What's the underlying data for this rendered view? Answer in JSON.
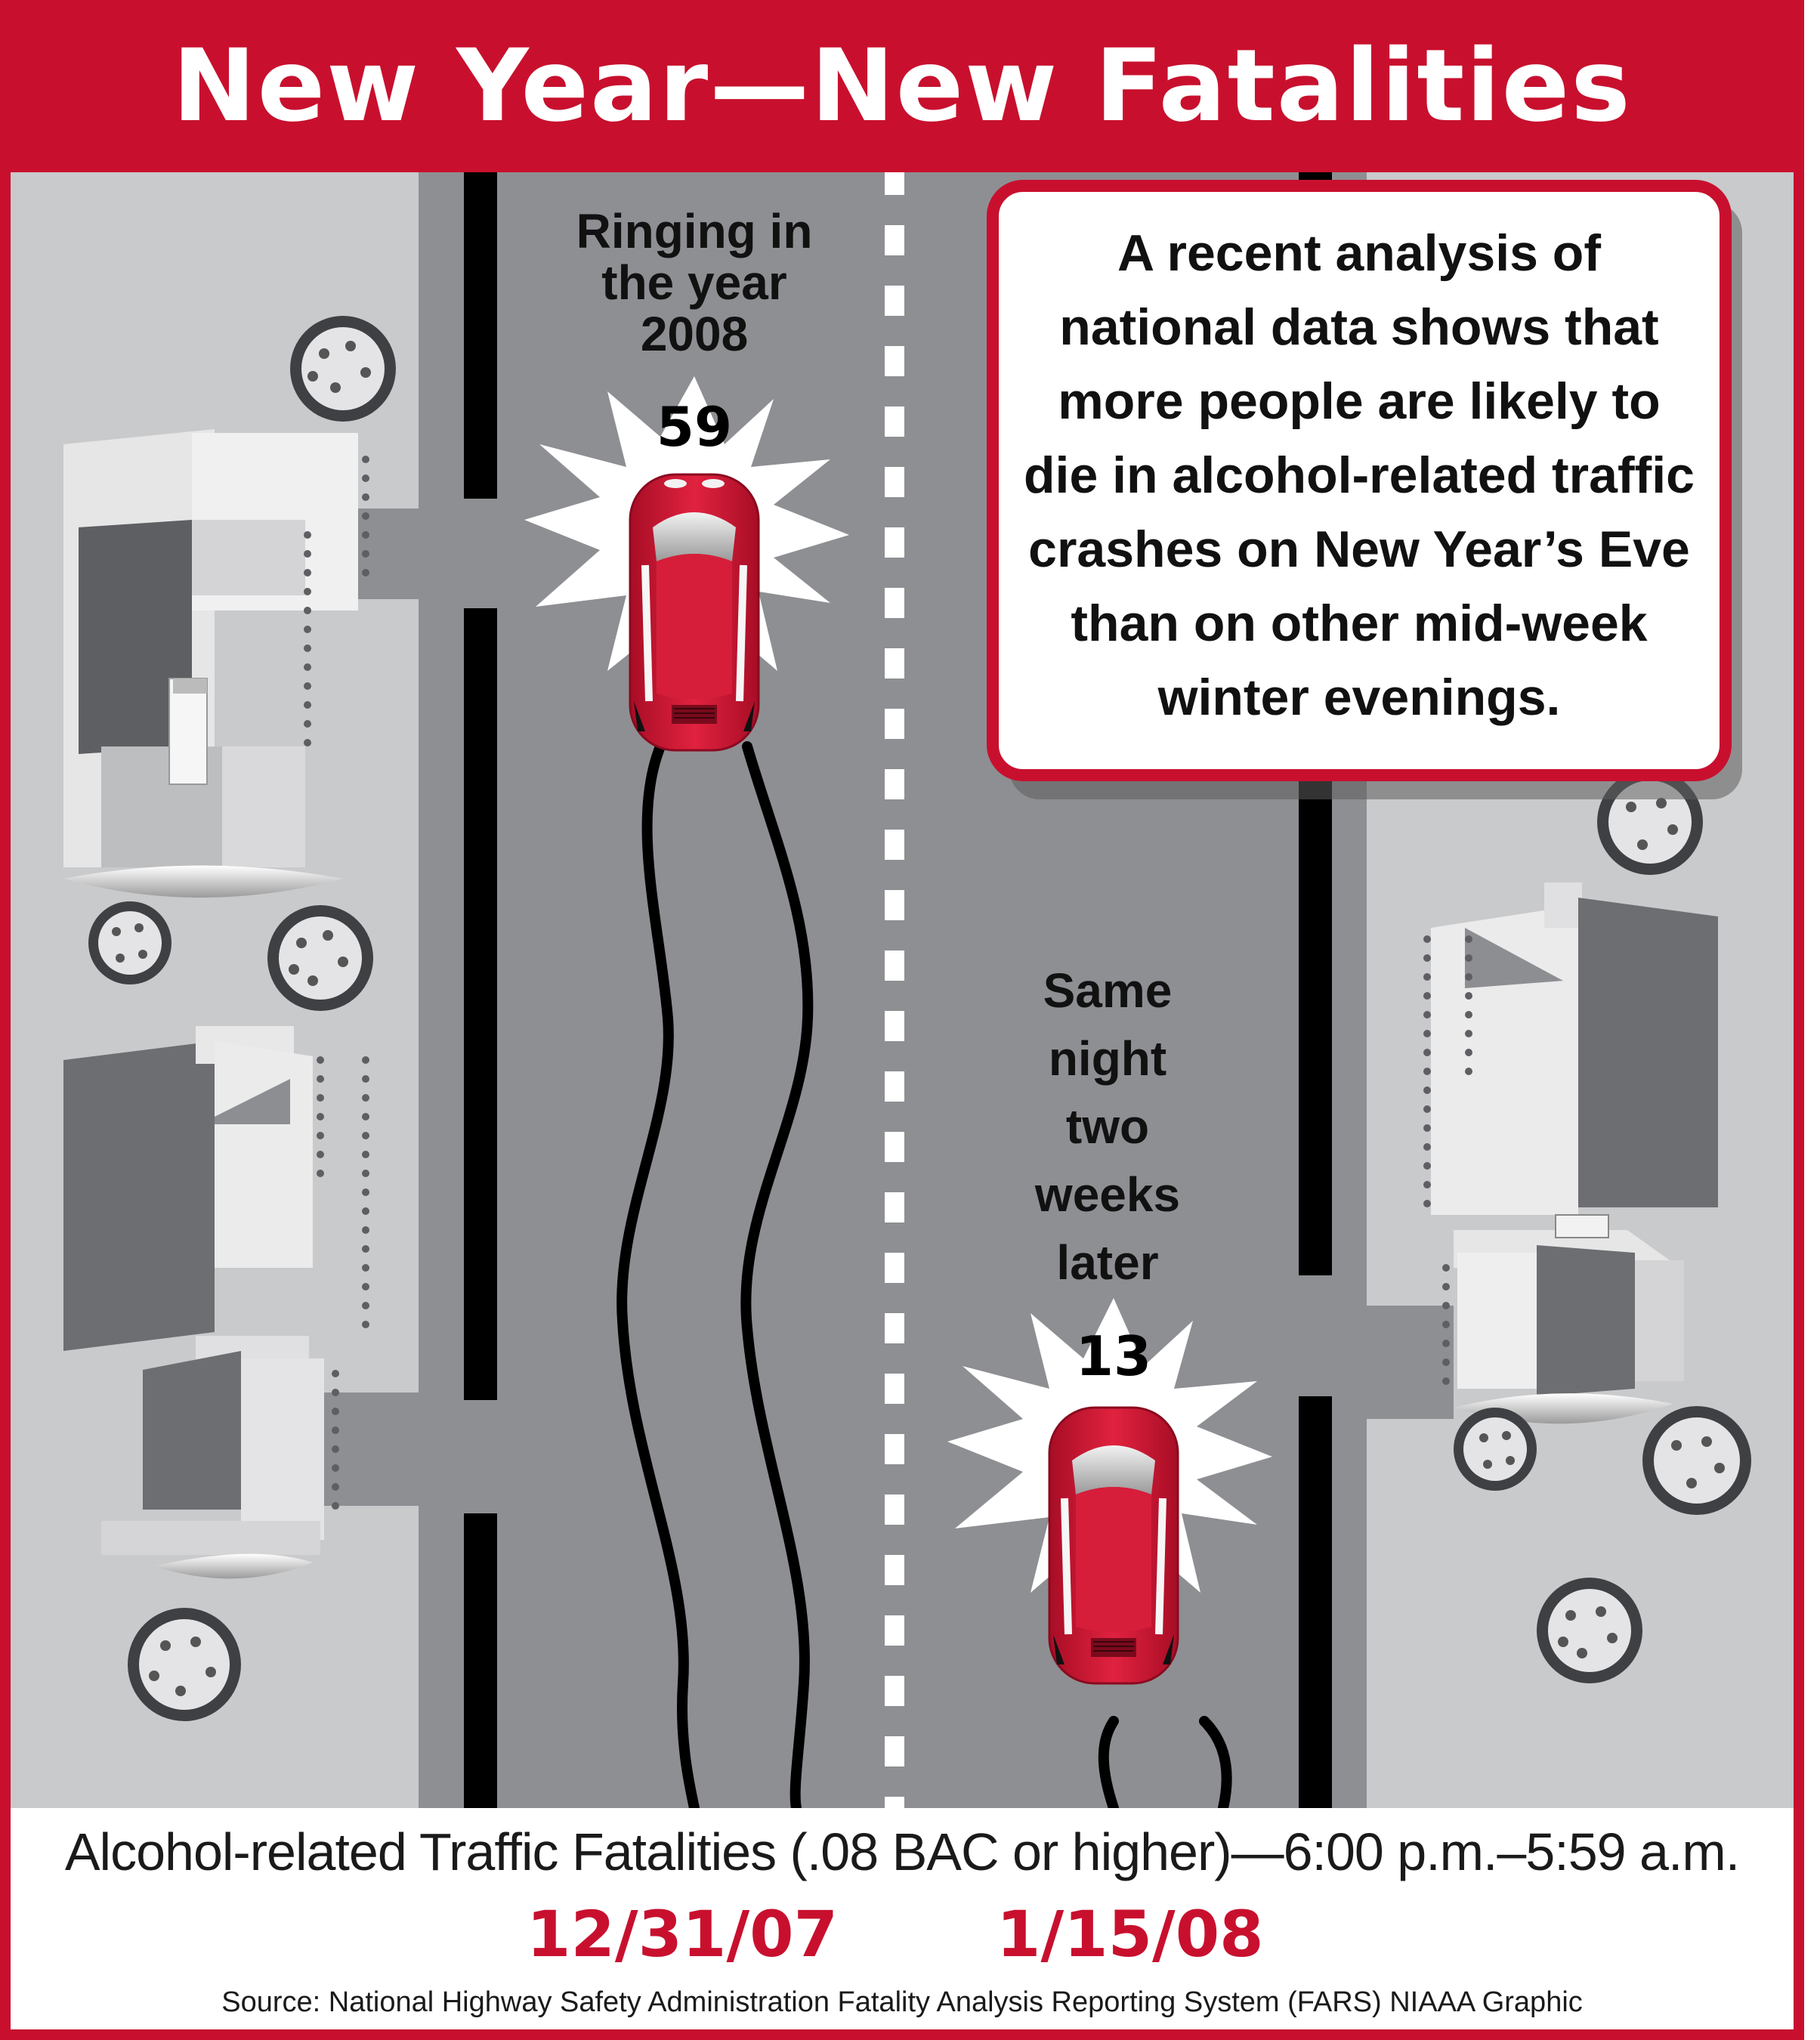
{
  "header": {
    "title": "New Year—New Fatalities"
  },
  "left_car": {
    "label_lines": [
      "Ringing in",
      "the year",
      "2008"
    ],
    "count": "59"
  },
  "right_car": {
    "label_lines": [
      "Same",
      "night",
      "two",
      "weeks",
      "later"
    ],
    "count": "13"
  },
  "callout": {
    "lines": [
      "A recent analysis of",
      "national data shows that",
      "more people are likely to",
      "die in alcohol-related traffic",
      "crashes on New Year’s Eve",
      "than on other mid-week",
      "winter evenings."
    ]
  },
  "footer": {
    "subtitle": "Alcohol-related Traffic Fatalities (.08 BAC or higher)—6:00 p.m.–5:59 a.m.",
    "date_left": "12/31/07",
    "date_right": "1/15/08",
    "source": "Source: National Highway Safety Administration Fatality Analysis Reporting System (FARS)   NIAAA Graphic"
  },
  "colors": {
    "brand_red": "#c8102e",
    "road": "#8e8f93",
    "sidewalk": "#c9cacc"
  }
}
